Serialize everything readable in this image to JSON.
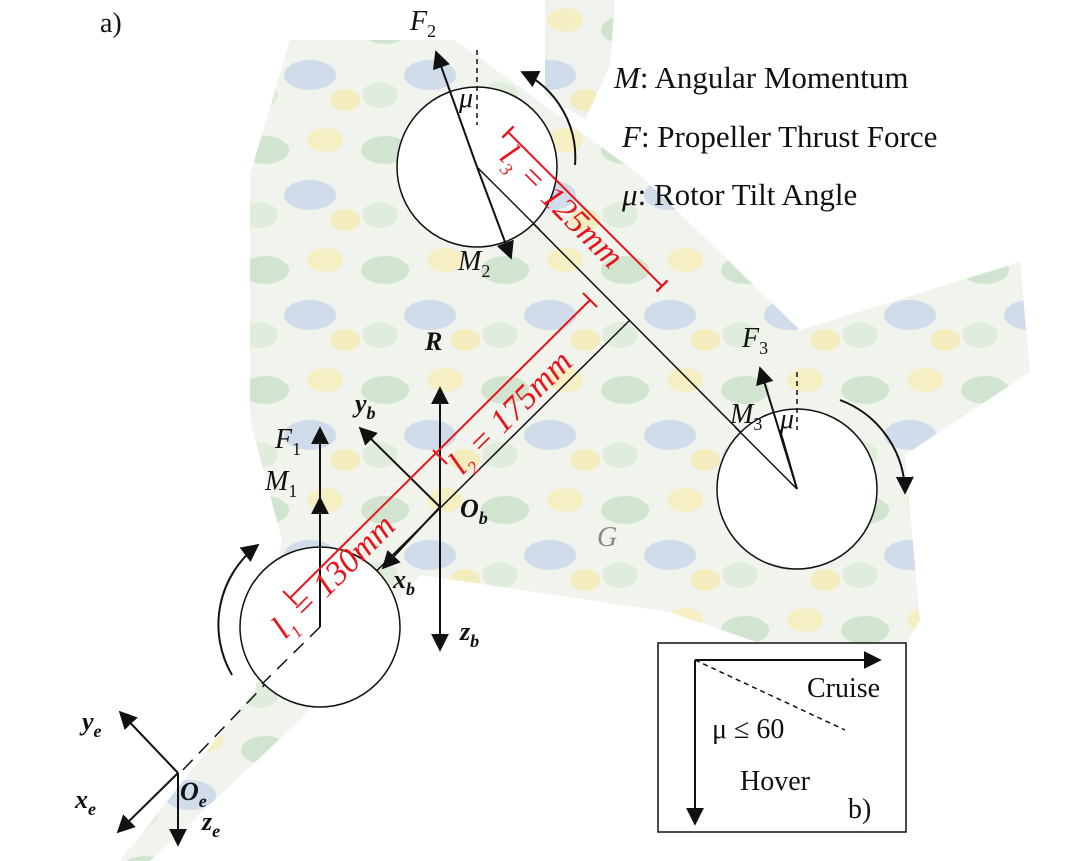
{
  "panel_a": {
    "label": "a)"
  },
  "panel_b": {
    "label": "b)",
    "cruise": "Cruise",
    "hover": "Hover",
    "tilt_limit": "μ ≤ 60"
  },
  "legend": [
    {
      "symbol": "M",
      "text": ": Angular Momentum"
    },
    {
      "symbol": "F",
      "text": ": Propeller Thrust Force"
    },
    {
      "symbol": "μ",
      "text": ": Rotor Tilt Angle"
    }
  ],
  "forces": {
    "F1": {
      "base": "F",
      "sub": "1"
    },
    "F2": {
      "base": "F",
      "sub": "2"
    },
    "F3": {
      "base": "F",
      "sub": "3"
    }
  },
  "moments": {
    "M1": {
      "base": "M",
      "sub": "1"
    },
    "M2": {
      "base": "M",
      "sub": "2"
    },
    "M3": {
      "base": "M",
      "sub": "3"
    }
  },
  "mu_label": "μ",
  "lengths": {
    "l1": {
      "base": "l",
      "sub": "1",
      "text": " = 130mm"
    },
    "l2": {
      "base": "l",
      "sub": "2",
      "text": " = 175mm"
    },
    "l3": {
      "base": "l",
      "sub": "3",
      "text": " = 125mm"
    }
  },
  "body_frame": {
    "origin": "O",
    "origin_sub": "b",
    "x": "x",
    "x_sub": "b",
    "y": "y",
    "y_sub": "b",
    "z": "z",
    "z_sub": "b"
  },
  "earth_frame": {
    "origin": "O",
    "origin_sub": "e",
    "x": "x",
    "x_sub": "e",
    "y": "y",
    "y_sub": "e",
    "z": "z",
    "z_sub": "e"
  },
  "R_label": "R",
  "G_label": "G",
  "colors": {
    "dimension": "#e8141b",
    "ink": "#111111"
  }
}
